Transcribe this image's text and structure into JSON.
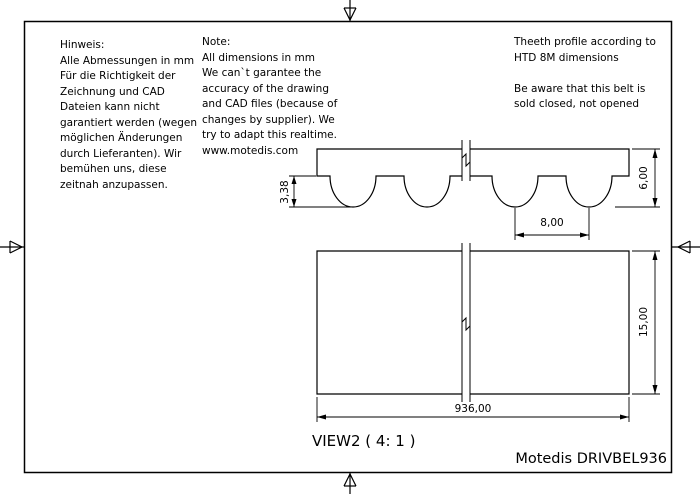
{
  "notes": {
    "german": "Hinweis:\nAlle Abmessungen in mm\nFür die Richtigkeit der\nZeichnung und CAD\nDateien kann nicht\ngarantiert werden (wegen\nmöglichen Änderungen\ndurch Lieferanten). Wir\nbemühen uns, diese\nzeitnah anzupassen.",
    "english": "Note:\nAll dimensions in mm\nWe can`t garantee the\naccuracy of the drawing\nand CAD files (because of\nchanges by supplier). We\ntry to adapt this realtime.\nwww.motedis.com",
    "profile": "Theeth profile according to\nHTD 8M dimensions\n\nBe aware that this belt is\nsold closed, not opened"
  },
  "dimensions": {
    "belt_thickness": "6,00",
    "tooth_depth": "3,38",
    "tooth_pitch": "8,00",
    "belt_width": "15,00",
    "belt_length": "936,00"
  },
  "view_label": "VIEW2 ( 4: 1 )",
  "title": "Motedis DRIVBEL936"
}
